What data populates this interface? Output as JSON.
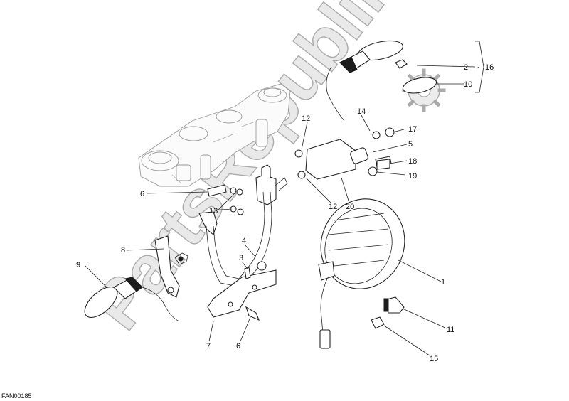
{
  "diagram": {
    "code": "FAN00185",
    "watermark": "PartsRepublik",
    "callouts": [
      "1",
      "2",
      "3",
      "4",
      "5",
      "6",
      "6",
      "7",
      "8",
      "9",
      "10",
      "11",
      "12",
      "12",
      "13",
      "14",
      "15",
      "16",
      "17",
      "18",
      "19",
      "20"
    ]
  },
  "colors": {
    "line": "#222222",
    "ghost": "#9a9a9a",
    "watermark": "#e6e6e6"
  }
}
